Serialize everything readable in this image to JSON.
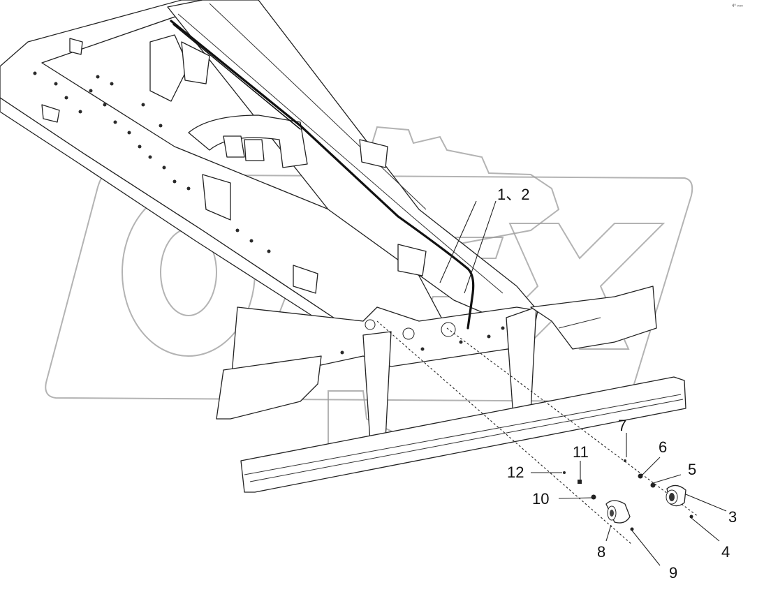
{
  "corner_mark": "4⁰ ∞∞",
  "watermark_text": "OPEX",
  "callouts": {
    "c1_2": "1、2",
    "c3": "3",
    "c4": "4",
    "c5": "5",
    "c6": "6",
    "c7": "7",
    "c8": "8",
    "c9": "9",
    "c10": "10",
    "c11": "11",
    "c12": "12"
  },
  "colors": {
    "line": "#222222",
    "watermark": "#9a9a9a",
    "background": "#ffffff"
  }
}
